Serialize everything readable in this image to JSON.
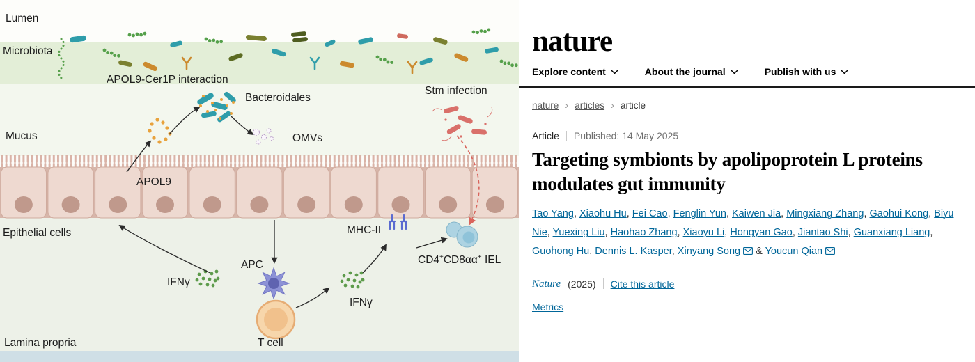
{
  "diagram": {
    "labels": {
      "lumen": "Lumen",
      "microbiota": "Microbiota",
      "apol9_cer1p": "APOL9-Cer1P interaction",
      "bacteroidales": "Bacteroidales",
      "mucus": "Mucus",
      "omvs": "OMVs",
      "stm_infection": "Stm infection",
      "apol9": "APOL9",
      "epithelial_cells": "Epithelial cells",
      "mhc2": "MHC-II",
      "iel": {
        "p1": "CD4",
        "s1": "+",
        "p2": "CD8αα",
        "s2": "+",
        "p3": " IEL"
      },
      "ifng_left": "IFNγ",
      "apc": "APC",
      "ifng_right": "IFNγ",
      "t_cell": "T cell",
      "lamina_propria": "Lamina propria"
    },
    "colors": {
      "microbiota_band": "#e3eed7",
      "mucus_zone": "#f3f7ee",
      "lamina_propria": "#edf1e8",
      "epithelium_cell": "#eed9d0",
      "nucleus": "#c0998c",
      "apol9_dots": "#e8a23c",
      "bacteroidales_rod": "#2f9daa",
      "stm_rod": "#d9706a",
      "ifng_dots": "#5d9b4b",
      "apc_cell": "#8d92d6",
      "t_cell": "#f7d6ab",
      "iel_cell": "#add3e2",
      "mhc2_icon": "#5b6bd0"
    }
  },
  "journal": {
    "logo": "nature",
    "nav": [
      {
        "label": "Explore content"
      },
      {
        "label": "About the journal"
      },
      {
        "label": "Publish with us"
      }
    ],
    "breadcrumb": [
      "nature",
      "articles",
      "article"
    ],
    "article_type": "Article",
    "published_label": "Published:",
    "published_date": "14 May 2025",
    "title": "Targeting symbionts by apolipoprotein L proteins modulates gut immunity",
    "authors": [
      {
        "name": "Tao Yang"
      },
      {
        "name": "Xiaohu Hu"
      },
      {
        "name": "Fei Cao"
      },
      {
        "name": "Fenglin Yun"
      },
      {
        "name": "Kaiwen Jia"
      },
      {
        "name": "Mingxiang Zhang"
      },
      {
        "name": "Gaohui Kong"
      },
      {
        "name": "Biyu Nie"
      },
      {
        "name": "Yuexing Liu"
      },
      {
        "name": "Haohao Zhang"
      },
      {
        "name": "Xiaoyu Li"
      },
      {
        "name": "Hongyan Gao"
      },
      {
        "name": "Jiantao Shi"
      },
      {
        "name": "Guanxiang Liang"
      },
      {
        "name": "Guohong Hu"
      },
      {
        "name": "Dennis L. Kasper"
      },
      {
        "name": "Xinyang Song",
        "envelope": true
      },
      {
        "name": "Youcun Qian",
        "envelope": true
      }
    ],
    "author_last_separator": "&",
    "journal_name": "Nature",
    "year": "(2025)",
    "cite_label": "Cite this article",
    "metrics_label": "Metrics",
    "link_color": "#006699"
  }
}
